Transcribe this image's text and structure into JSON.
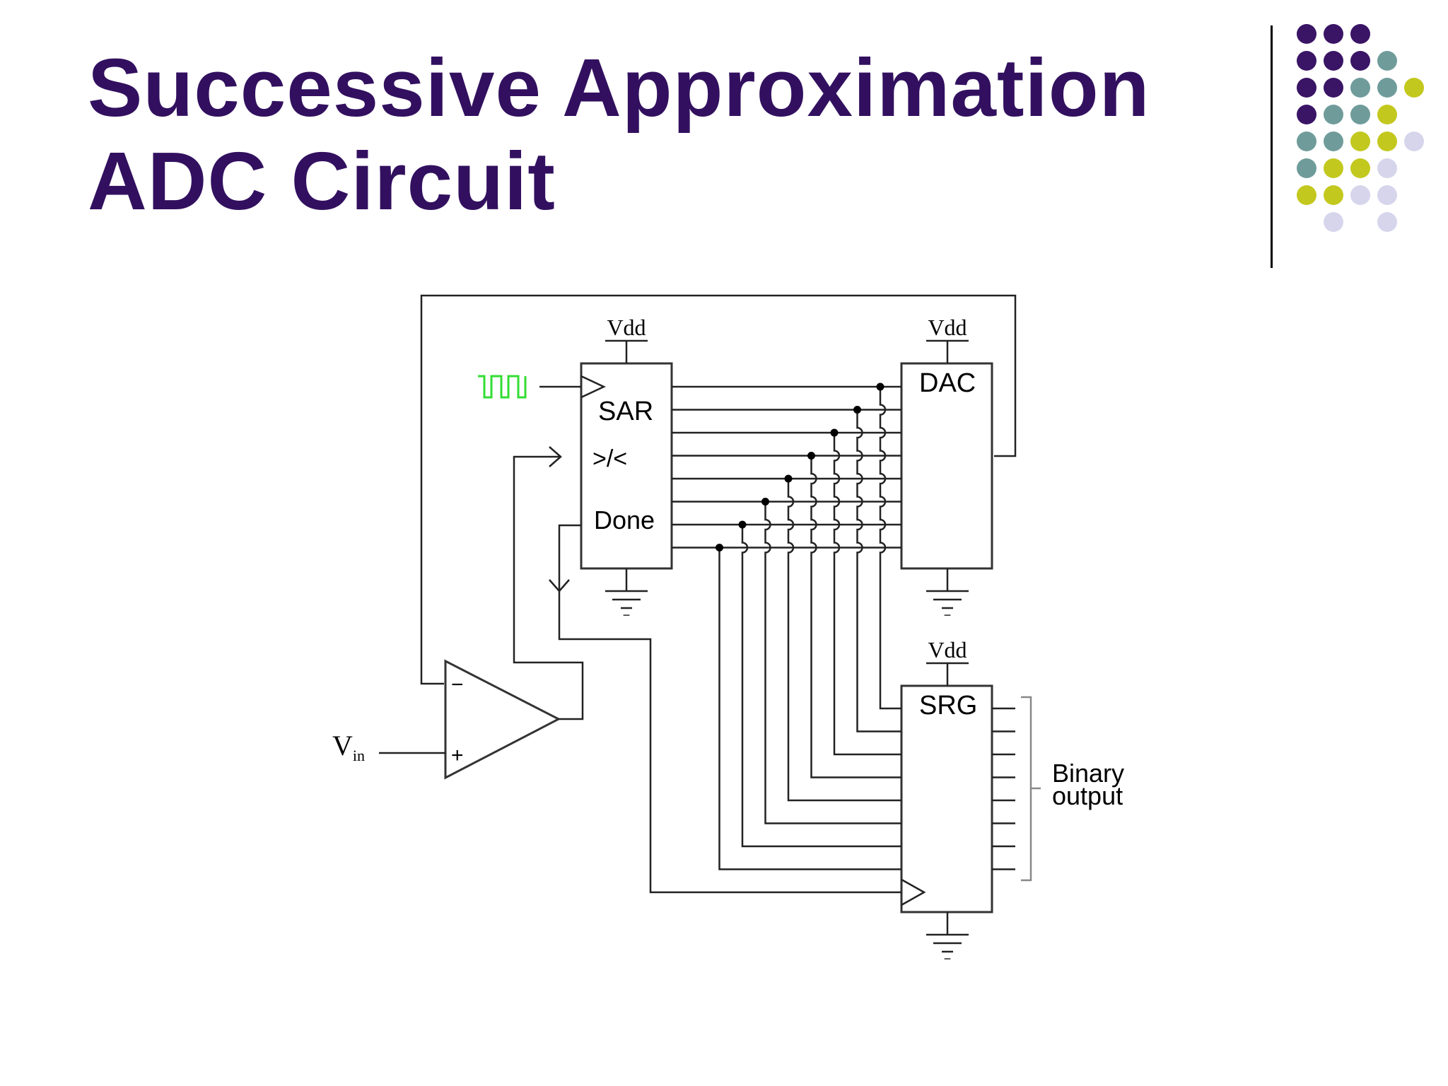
{
  "slide": {
    "title_line1": "Successive Approximation",
    "title_line2": "ADC Circuit"
  },
  "colors": {
    "title": "#32105f",
    "clock": "#33dd33",
    "dot_purple": "#3a1465",
    "dot_teal": "#6f9c9b",
    "dot_olive": "#c3c81e",
    "dot_lavender": "#d6d5ec",
    "bracket": "#888888"
  },
  "diagram": {
    "vdd_label": "Vdd",
    "sar_label": "SAR",
    "compare_label": ">/<",
    "done_label": "Done",
    "dac_label": "DAC",
    "srg_label": "SRG",
    "vin_label": "V",
    "vin_subscript": "in",
    "minus_sign": "−",
    "plus_sign": "+",
    "binary_label_line1": "Binary",
    "binary_label_line2": "output",
    "bit_count": 8
  },
  "decoration": {
    "icon": "dot-grid-icon",
    "rows": [
      [
        "purple",
        "purple",
        "purple",
        "",
        "",
        ""
      ],
      [
        "purple",
        "purple",
        "purple",
        "teal",
        "",
        ""
      ],
      [
        "purple",
        "purple",
        "teal",
        "teal",
        "olive",
        ""
      ],
      [
        "purple",
        "teal",
        "teal",
        "olive",
        "",
        ""
      ],
      [
        "teal",
        "teal",
        "olive",
        "olive",
        "lavender",
        ""
      ],
      [
        "teal",
        "olive",
        "olive",
        "lavender",
        "",
        ""
      ],
      [
        "olive",
        "olive",
        "lavender",
        "lavender",
        "",
        ""
      ],
      [
        "",
        "lavender",
        "",
        "lavender",
        "",
        ""
      ]
    ]
  }
}
